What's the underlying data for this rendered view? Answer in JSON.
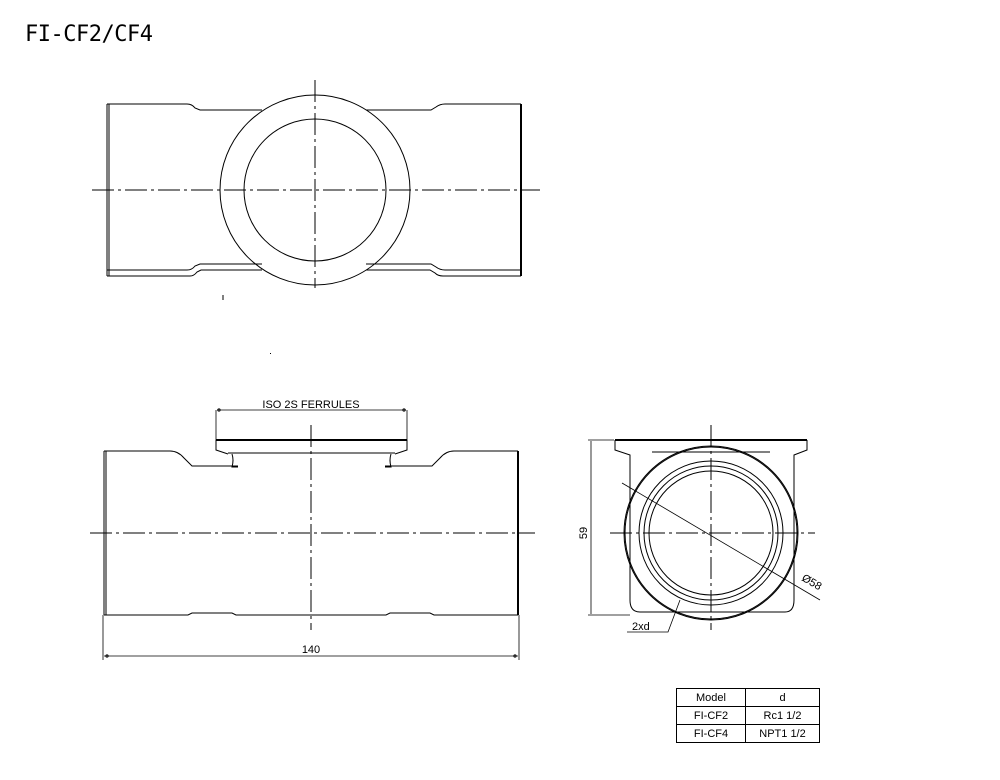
{
  "title": "FI-CF2/CF4",
  "drawing": {
    "views": [
      "top-view",
      "side-view",
      "end-view"
    ],
    "labels": {
      "ferrule": "ISO 2S FERRULES",
      "length_dim": "140",
      "height_dim": "59",
      "diameter_dim": "Ø58",
      "port_note": "2xd"
    },
    "line_color": "#000000",
    "background": "#ffffff"
  },
  "spec_table": {
    "headers": [
      "Model",
      "d"
    ],
    "rows": [
      [
        "FI-CF2",
        "Rc1 1/2"
      ],
      [
        "FI-CF4",
        "NPT1 1/2"
      ]
    ]
  }
}
